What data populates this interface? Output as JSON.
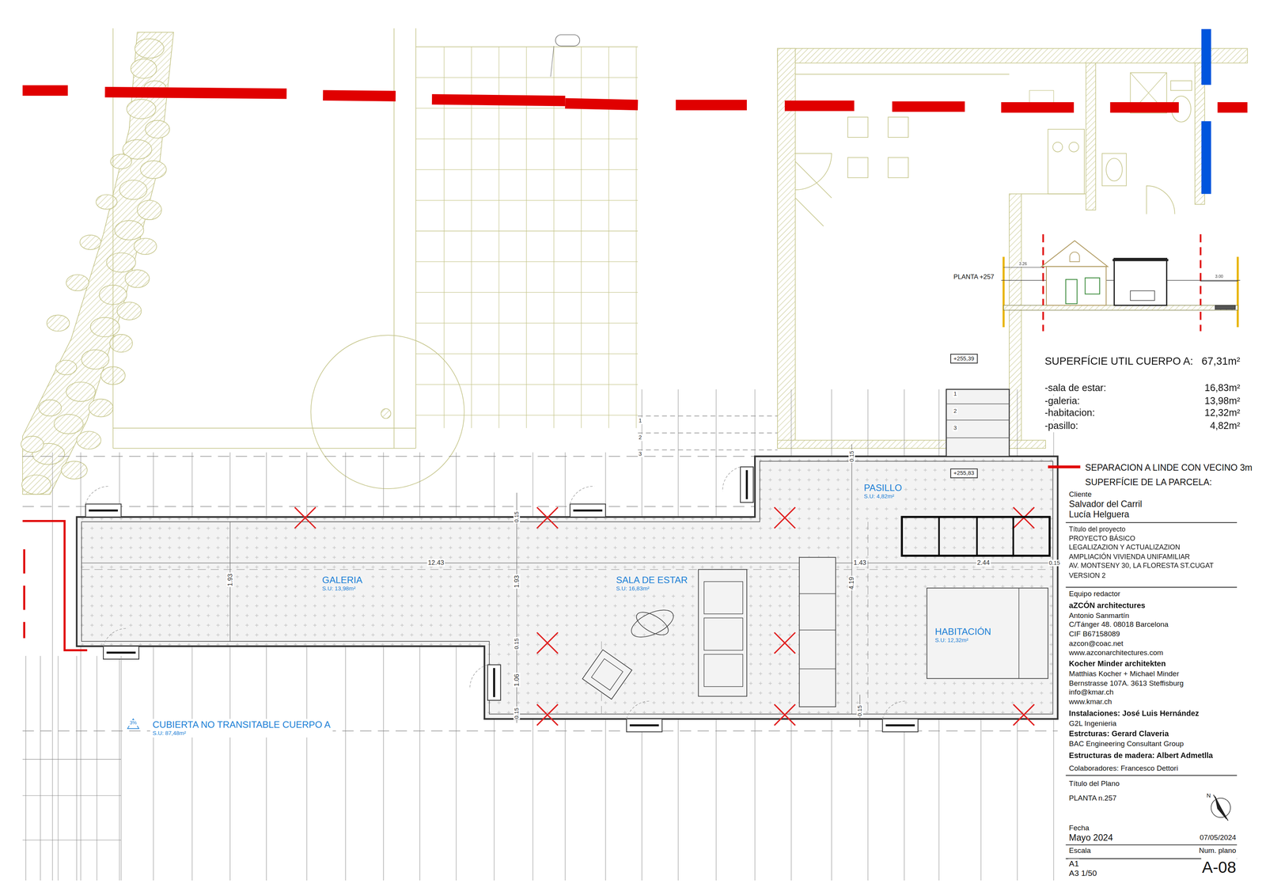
{
  "diagram": {
    "nodes": [
      {
        "text": [
          "+255,39"
        ]
      },
      {
        "text": [
          "+255,83"
        ]
      },
      {
        "text": [
          "PASILLO",
          "S.U: 4,82m²"
        ]
      },
      {
        "text": [
          "GALERIA",
          "S.U: 13,98m²"
        ]
      },
      {
        "text": [
          "SALA DE ESTAR",
          "S.U: 16,83m²"
        ]
      },
      {
        "text": [
          "HABITACIÓN",
          "S.U: 12,32m²"
        ]
      },
      {
        "text": [
          "CUBIERTA NO TRANSITABLE CUERPO A",
          "S.U: 87,48m²"
        ]
      }
    ],
    "labels": [
      "1",
      "2",
      "3",
      "1",
      "2",
      "3",
      "0.15",
      "0.15",
      "12.43",
      "1.93",
      "1.93",
      "1.43",
      "4.19",
      "2.44",
      "0.15",
      "0.15",
      "1.06",
      "0.15",
      "0.15",
      "3%",
      "PLANTA +257",
      "3.26",
      "3.00",
      "SUPERFÍCIE UTIL CUERPO A:",
      "67,31m²",
      "-sala de estar:",
      "16,83m²",
      "-galeria:",
      "13,98m²",
      "-habitacion:",
      "12,32m²",
      "-pasillo:",
      "4,82m²",
      "SUPERFÍCIE DE LA PARCELA:",
      "Cliente",
      "Salvador del Carril",
      "Lucía Helguera",
      "Título del proyecto",
      "PROYECTO BÁSICO",
      "LEGALIZAZION Y ACTUALIZAZION",
      "AMPLIACIÓN VIVIENDA UNIFAMILIAR",
      "AV. MONTSENY 30, LA FLORESTA ST.CUGAT",
      "VERSION 2",
      "Equipo redactor",
      "aZCÓN architectures",
      "Antonio Sanmartín",
      "C/Tánger 48. 08018 Barcelona",
      "CIF B67158089",
      "azcon@coac.net",
      "www.azconarchitectures.com",
      "Kocher Minder architekten",
      "Matthias Kocher + Michael Minder",
      "Bernstrasse 107A. 3613 Steffisburg",
      "info@kmar.ch",
      "www.kmar.ch",
      "Instalaciones: José Luis Hernández",
      "G2L Ingenieria",
      "Estrcturas: Gerard Claveria",
      "BAC Engineering Consultant Group",
      "Estructuras de madera: Albert Admetlla",
      "Colaboradores: Francesco Dettori",
      "Título del Plano",
      "PLANTA n.257",
      "N",
      "Fecha",
      "Mayo 2024",
      "07/05/2024",
      "Escala",
      "Num. plano",
      "A1",
      "A-08",
      "A3 1/50"
    ],
    "legend": [
      {
        "text": "SEPARACION A LINDE CON VECINO 3m"
      }
    ]
  }
}
